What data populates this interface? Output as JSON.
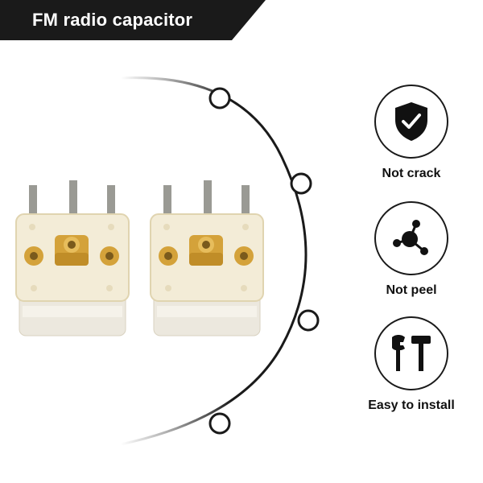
{
  "banner": {
    "title": "FM radio capacitor",
    "bg_color": "#1a1a1a",
    "text_color": "#ffffff"
  },
  "product": {
    "count": 2,
    "body_color": "#f3ecd7",
    "brass_color": "#d4a23a",
    "pin_color": "#9a9a94"
  },
  "features": [
    {
      "label": "Not crack",
      "icon": "shield-check-icon"
    },
    {
      "label": "Not peel",
      "icon": "molecule-icon"
    },
    {
      "label": "Easy to install",
      "icon": "tools-icon"
    }
  ],
  "colors": {
    "accent": "#111111",
    "arc": "#1a1a1a"
  }
}
